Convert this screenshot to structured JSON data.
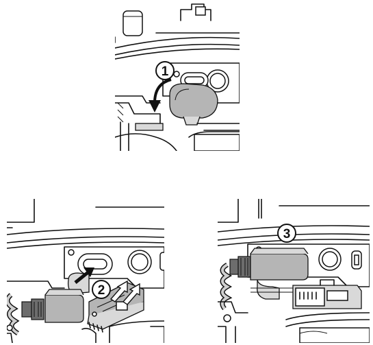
{
  "steps": [
    {
      "number": "1",
      "action": "fold-cover-down"
    },
    {
      "number": "2",
      "action": "insert-plugs"
    },
    {
      "number": "3",
      "action": "connected"
    }
  ],
  "colors": {
    "line": "#111111",
    "fill_gray": "#b5b5b5",
    "fill_light": "#d9d9d9",
    "background": "#ffffff"
  },
  "icons": [
    "curved-arrow-icon",
    "straight-arrow-icon",
    "double-arrow-icon"
  ]
}
